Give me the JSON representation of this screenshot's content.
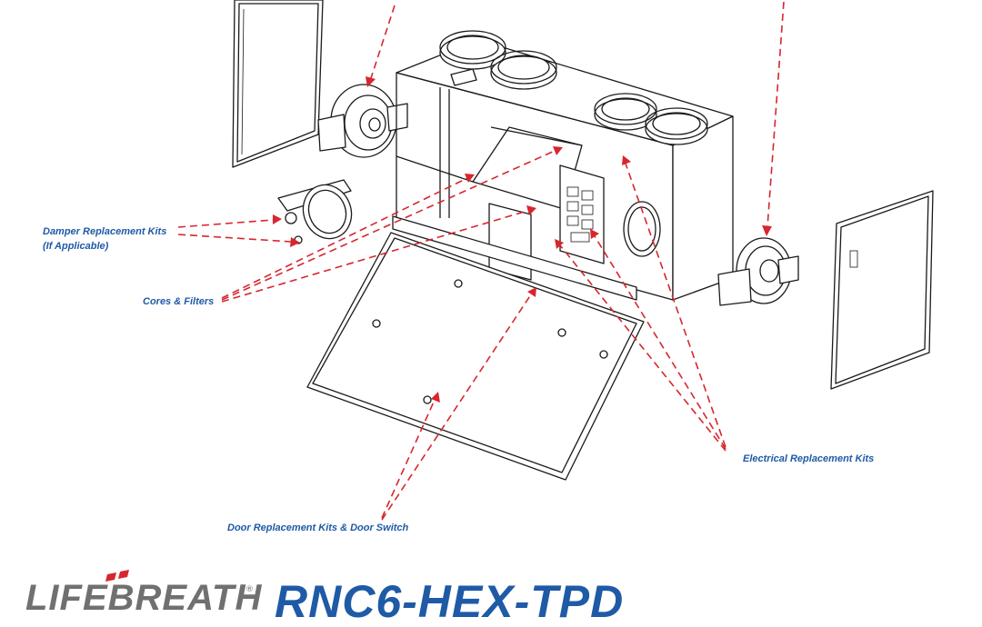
{
  "callouts": {
    "damper_line1": "Damper Replacement Kits",
    "damper_line2": "(If Applicable)",
    "cores": "Cores & Filters",
    "electrical": "Electrical Replacement Kits",
    "door": "Door Replacement Kits & Door Switch"
  },
  "branding": {
    "logo": "LIFEBREATH",
    "registered_mark": "®",
    "model": "RNC6-HEX-TPD"
  },
  "colors": {
    "callout_text": "#1f5aa6",
    "arrows": "#d7262e",
    "line_art": "#1a1a1a",
    "logo_gray": "#707070",
    "logo_accent": "#d7262e"
  }
}
